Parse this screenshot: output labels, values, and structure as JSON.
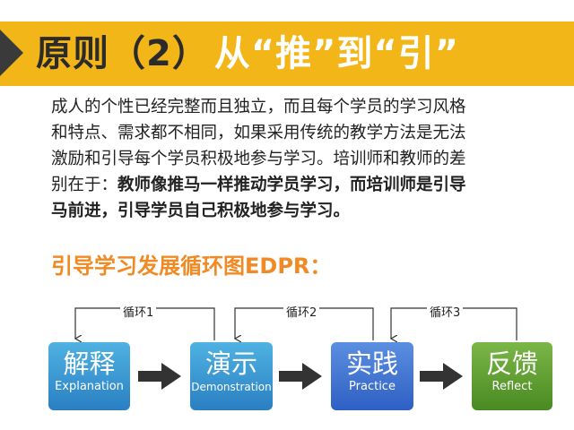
{
  "header": {
    "title_prefix": "原则（2）",
    "title_highlight": "从“推”到“引”"
  },
  "body": {
    "line1": "成人的个性已经完整而且独立，而且每个学员的学习风格",
    "line2": "和特点、需求都不相同，如果采用传统的教学方法是无法",
    "line3": "激励和引导每个学员积极地参与学习。培训师和教师的差",
    "line4_normal": "别在于：",
    "line4_bold": "教师像推马一样推动学员学习，而培训师是引导",
    "line5_bold": "马前进，引导学员自己积极地参与学习。"
  },
  "subtitle": "引导学习发展循环图EDPR：",
  "cycle": {
    "loops": [
      "循环1",
      "循环2",
      "循环3"
    ],
    "steps": [
      {
        "zh": "解释",
        "en": "Explanation"
      },
      {
        "zh": "演示",
        "en": "Demonstration"
      },
      {
        "zh": "实践",
        "en": "Practice"
      },
      {
        "zh": "反馈",
        "en": "Reflect"
      }
    ]
  },
  "colors": {
    "banner": "#f2b619",
    "banner_arrow": "#3a3a3a",
    "title_highlight": "#ffffff",
    "subtitle": "#f08a24",
    "step_blue": "#2a7fc2",
    "step_practice": "#2e5fc4",
    "step_reflect": "#4a8a22",
    "arrow": "#333333"
  },
  "icons": {
    "banner_marker": "triangle-right-icon",
    "flow_arrow": "arrow-right-icon"
  }
}
